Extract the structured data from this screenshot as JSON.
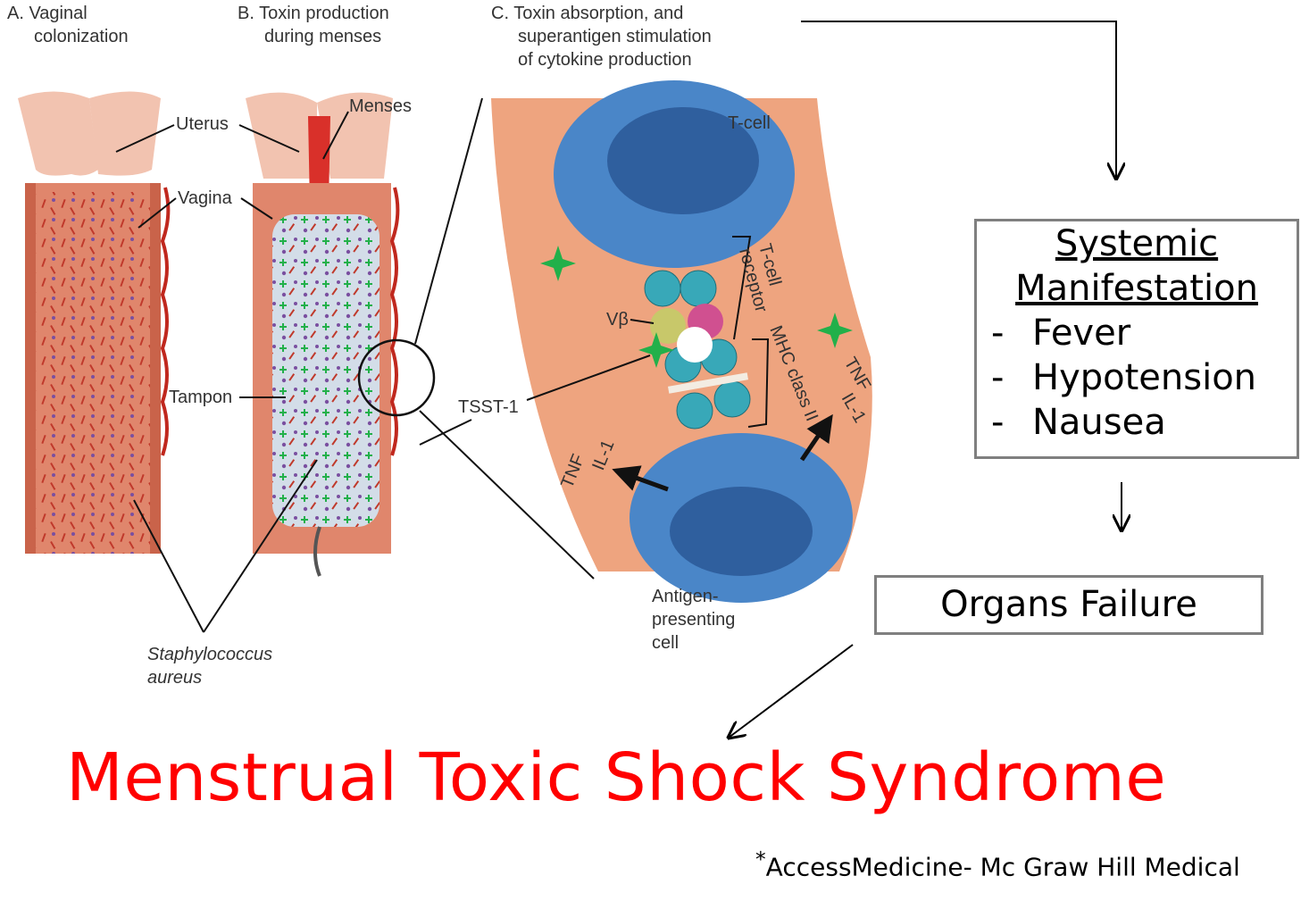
{
  "illustration": {
    "panel_a": {
      "line1": "A. Vaginal",
      "line2": "colonization"
    },
    "panel_b": {
      "line1": "B. Toxin production",
      "line2": "during menses"
    },
    "panel_c": {
      "line1": "C. Toxin absorption, and",
      "line2": "superantigen stimulation",
      "line3": "of cytokine production"
    },
    "labels": {
      "uterus": "Uterus",
      "menses": "Menses",
      "vagina": "Vagina",
      "tampon": "Tampon",
      "tsst": "TSST-1",
      "staph1": "Staphylococcus",
      "staph2": "aureus",
      "tcell": "T-cell",
      "vbeta": "Vβ",
      "tcr1": "T-cell",
      "tcr2": "receptor",
      "mhc": "MHC class II",
      "tnf_left": "TNF",
      "il1_left": "IL-1",
      "tnf_right": "TNF",
      "il1_right": "IL-1",
      "apc1": "Antigen-",
      "apc2": "presenting",
      "apc3": "cell"
    }
  },
  "systemic": {
    "title1": "Systemic",
    "title2": "Manifestation",
    "items": [
      "Fever",
      "Hypotension",
      "Nausea"
    ],
    "bullet": "-"
  },
  "organs": {
    "label": "Organs Failure"
  },
  "title": "Menstrual Toxic Shock Syndrome",
  "credit": {
    "mark": "*",
    "text": "AccessMedicine- Mc Graw Hill Medical"
  },
  "colors": {
    "title": "#ff0000",
    "tissue": "#e8927a",
    "tcell": "#4a86c8",
    "toxin": "#22b04a"
  }
}
